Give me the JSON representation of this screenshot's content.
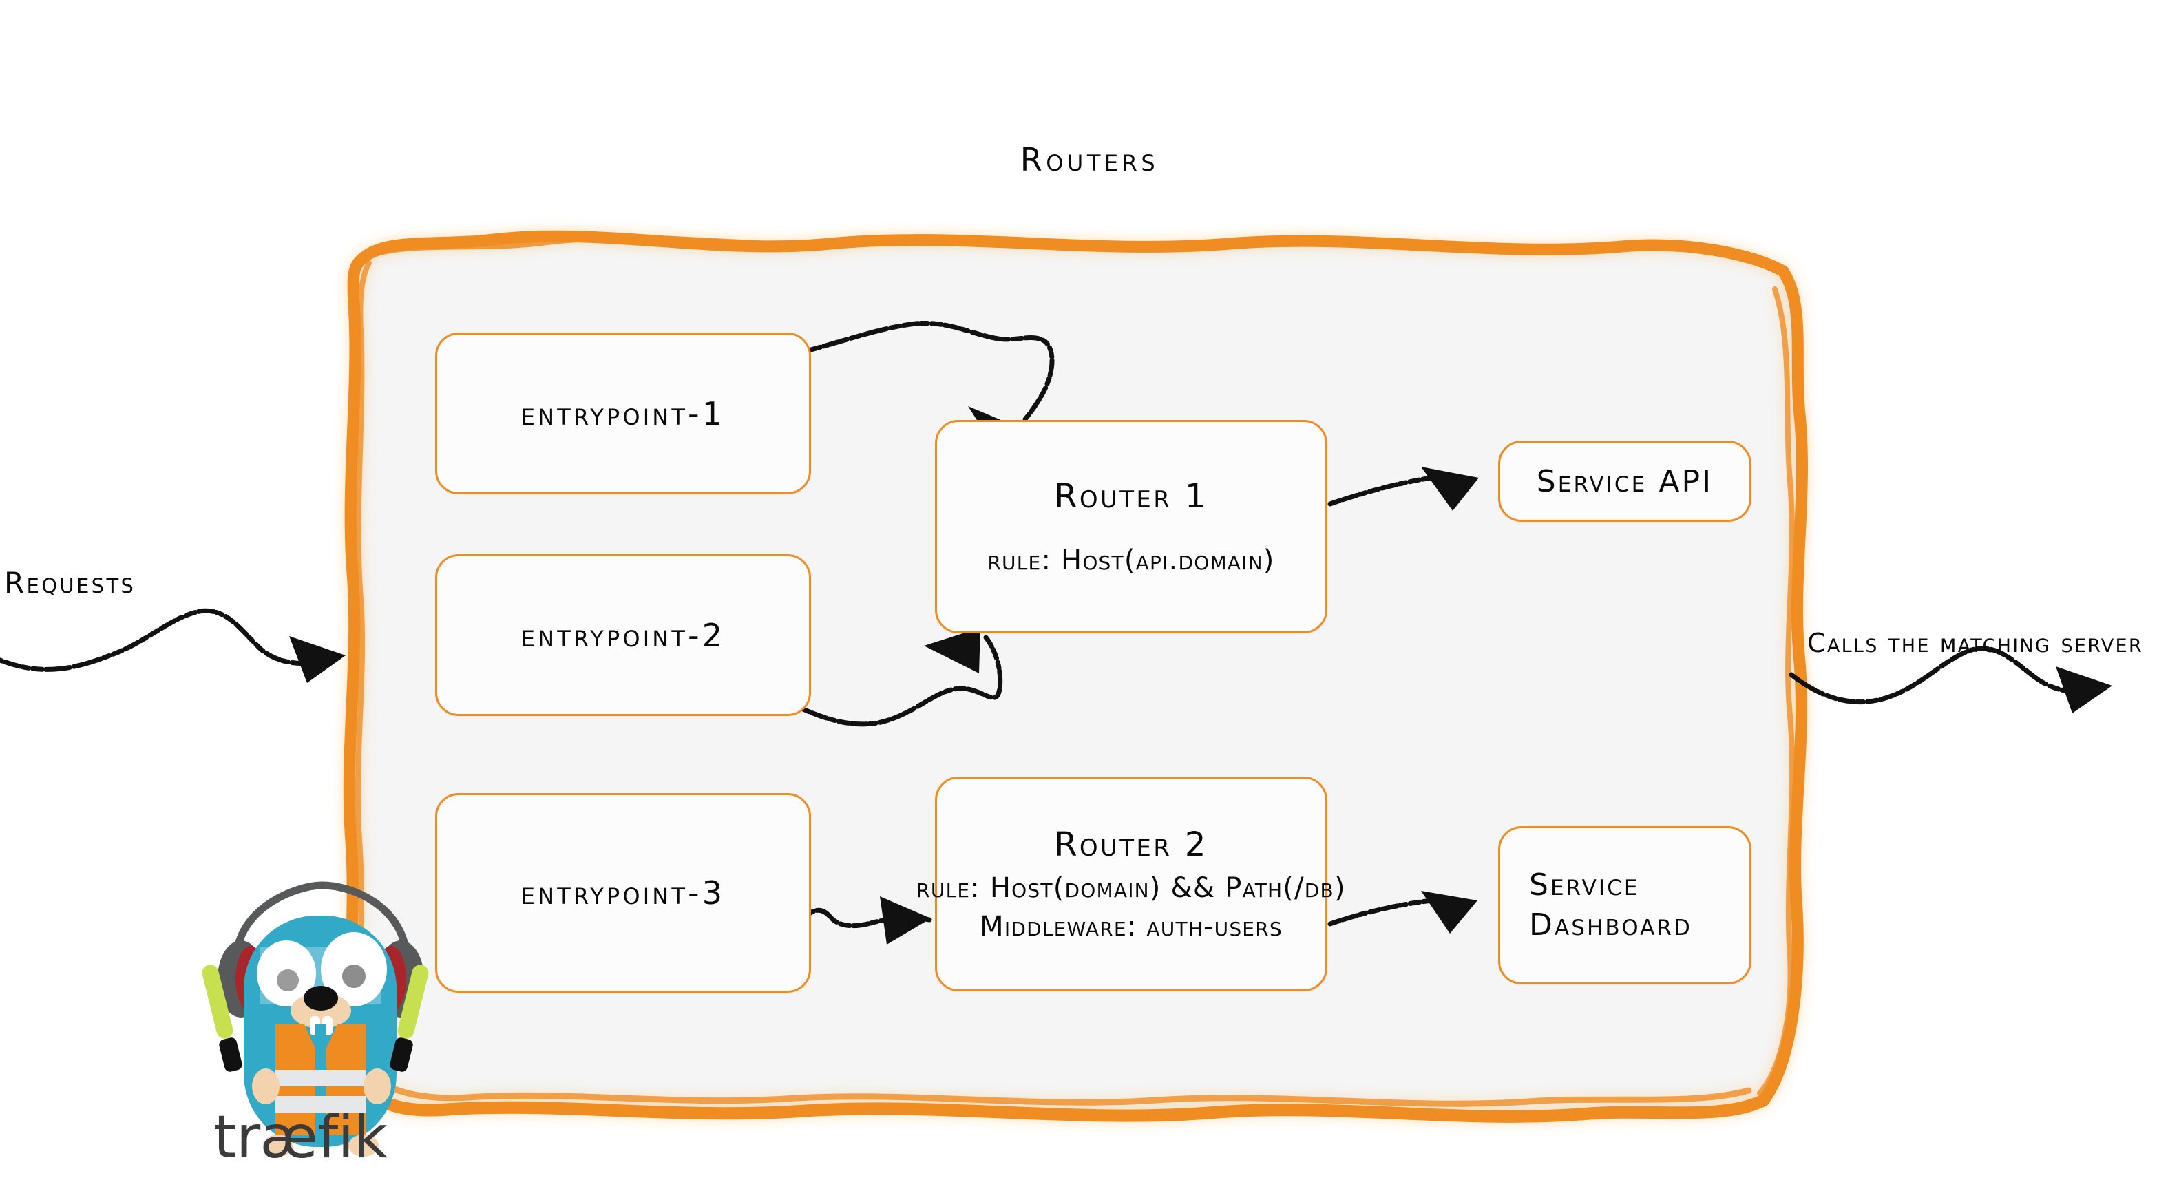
{
  "diagram": {
    "title": "Routers",
    "brand_color": "#ef8c22",
    "surface_color": "#f5f5f5",
    "node_fill_color": "#fcfcfc",
    "ink_color": "#0a0a0a"
  },
  "side_labels": {
    "requests": "Requests",
    "calls_server": "Calls the matching server"
  },
  "entrypoints": [
    {
      "label": "entrypoint-1"
    },
    {
      "label": "entrypoint-2"
    },
    {
      "label": "entrypoint-3"
    }
  ],
  "routers": [
    {
      "name": "Router 1",
      "rule": "rule: Host(api.domain)",
      "middleware": ""
    },
    {
      "name": "Router 2",
      "rule": "rule: Host(domain) && Path(/db)",
      "middleware": "Middleware: auth-users"
    }
  ],
  "services": [
    {
      "label": "Service API",
      "line1": "Service API",
      "line2": ""
    },
    {
      "label": "Service Dashboard",
      "line1": "Service",
      "line2": "Dashboard"
    }
  ],
  "logo": {
    "wordmark": "træfik",
    "mascot": "traefik-gopher-mascot",
    "body_color": "#32a9c7",
    "vest_color": "#ee8c22",
    "baton_color": "#c6e04f",
    "headphone_color": "#58595b",
    "headphone_accent": "#a8262b",
    "wordmark_dark": "#3b3b3b",
    "wordmark_accent": "#32a9c7"
  }
}
